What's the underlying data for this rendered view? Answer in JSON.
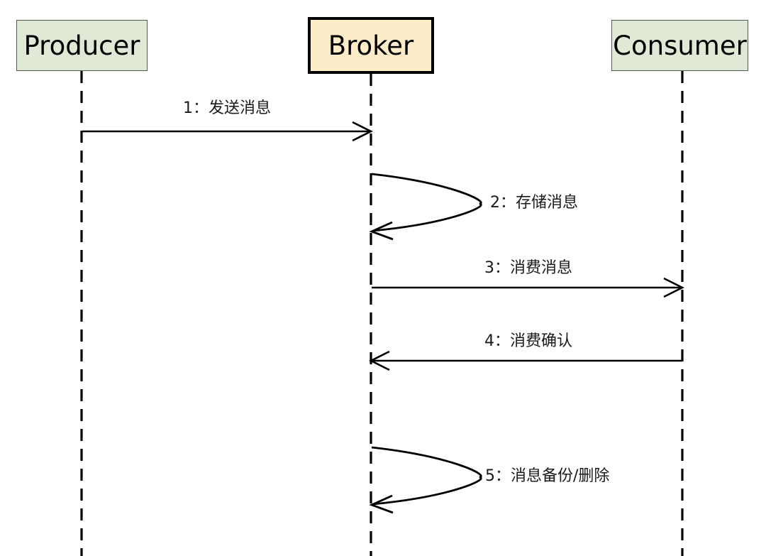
{
  "diagram": {
    "type": "uml-sequence-diagram",
    "background_color": "#ffffff",
    "line_color": "#000000",
    "participants": [
      {
        "id": "producer",
        "label": "Producer",
        "fill_color": "#dfe9d5",
        "border_color": "#555b51",
        "emphasis": false
      },
      {
        "id": "broker",
        "label": "Broker",
        "fill_color": "#fcecc8",
        "border_color": "#000000",
        "emphasis": true
      },
      {
        "id": "consumer",
        "label": "Consumer",
        "fill_color": "#dfe9d5",
        "border_color": "#555b51",
        "emphasis": false
      }
    ],
    "messages": [
      {
        "seq": "1",
        "label": "1：发送消息",
        "from": "producer",
        "to": "broker",
        "kind": "call",
        "arrow": "open"
      },
      {
        "seq": "2",
        "label": "2：存储消息",
        "from": "broker",
        "to": "broker",
        "kind": "self",
        "arrow": "open"
      },
      {
        "seq": "3",
        "label": "3：消费消息",
        "from": "broker",
        "to": "consumer",
        "kind": "call",
        "arrow": "open"
      },
      {
        "seq": "4",
        "label": "4：消费确认",
        "from": "consumer",
        "to": "broker",
        "kind": "return",
        "arrow": "open"
      },
      {
        "seq": "5",
        "label": "5：消息备份/删除",
        "from": "broker",
        "to": "broker",
        "kind": "self",
        "arrow": "open"
      }
    ]
  }
}
